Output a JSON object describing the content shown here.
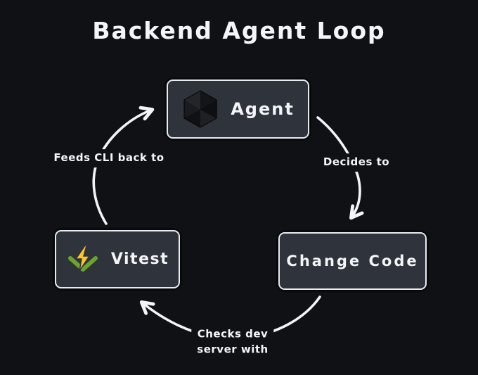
{
  "title": "Backend Agent Loop",
  "colors": {
    "background": "#101114",
    "node_fill": "#2e333c",
    "node_border": "#e9ebef",
    "text": "#f4f5f7",
    "arrow": "#f2f4f6",
    "vitest_yellow": "#fcc72b",
    "vitest_green": "#6ba42b"
  },
  "nodes": {
    "agent": {
      "label": "Agent",
      "icon": "agent-cube-icon"
    },
    "change_code": {
      "label": "Change Code"
    },
    "vitest": {
      "label": "Vitest",
      "icon": "vitest-icon"
    }
  },
  "edges": {
    "agent_to_change_code": {
      "from": "Agent",
      "to": "Change Code",
      "label": "Decides to"
    },
    "change_code_to_vitest": {
      "from": "Change Code",
      "to": "Vitest",
      "label": "Checks dev server with",
      "label_line1": "Checks dev",
      "label_line2": "server with"
    },
    "vitest_to_agent": {
      "from": "Vitest",
      "to": "Agent",
      "label": "Feeds CLI back to"
    }
  }
}
